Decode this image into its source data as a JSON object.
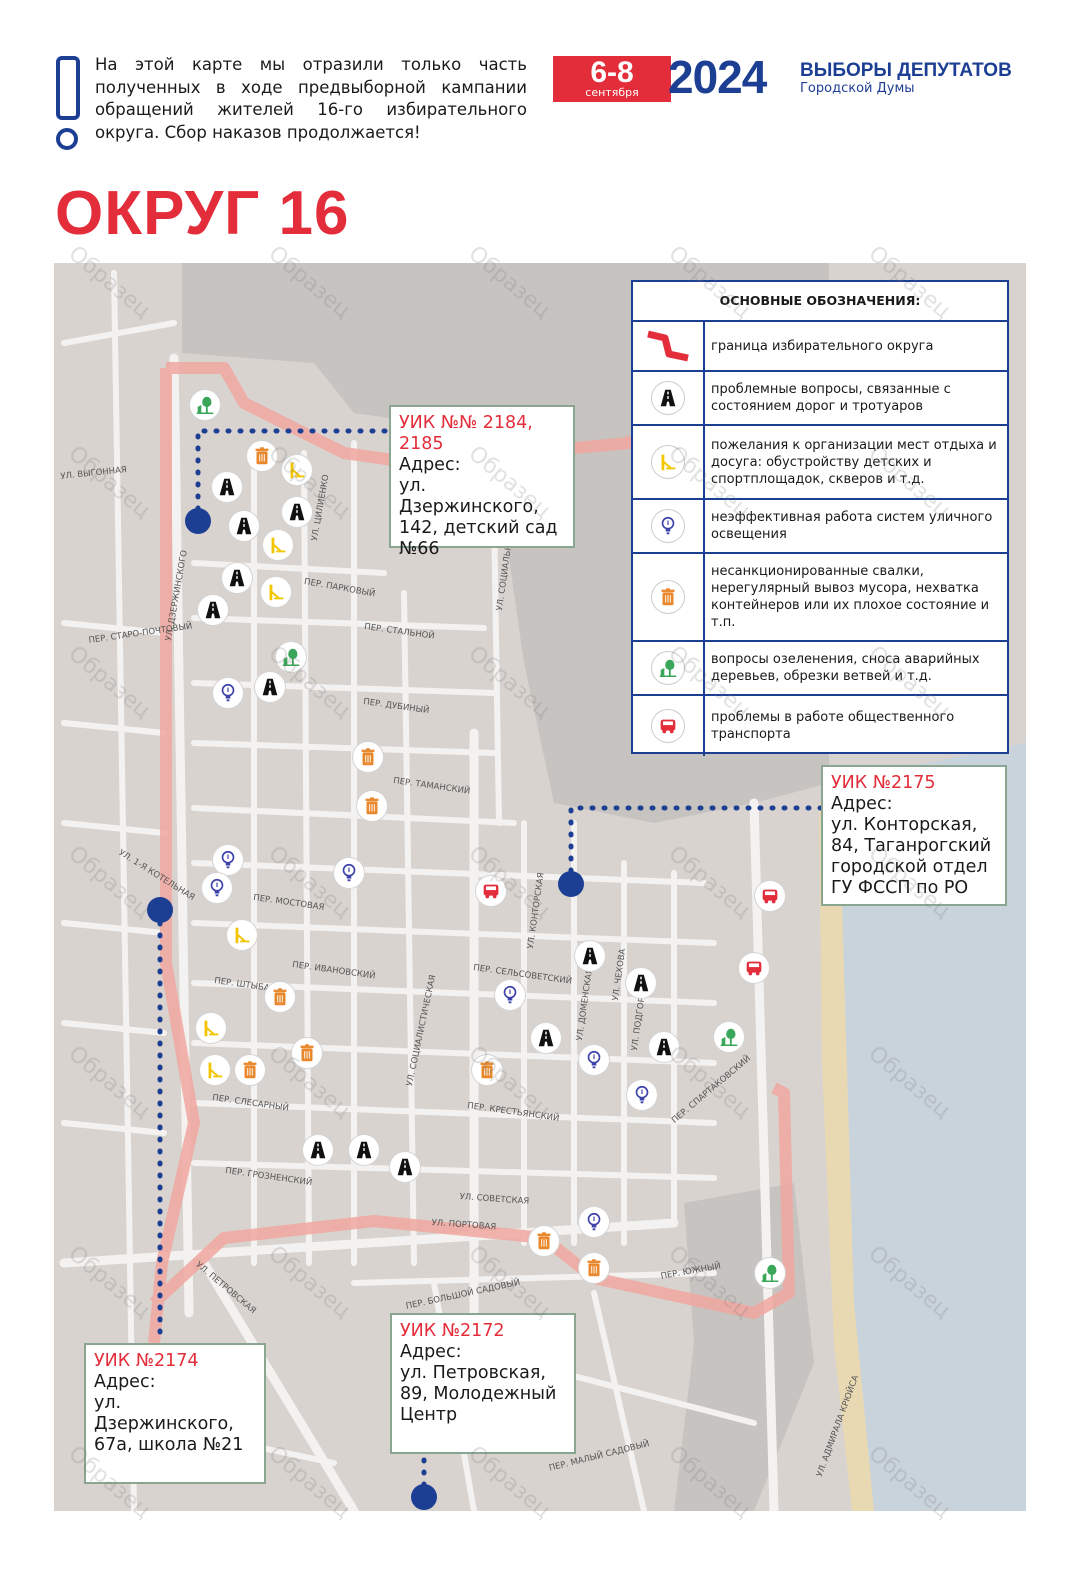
{
  "header": {
    "intro_text": "На этой карте мы отразили только часть полученных в ходе предвыборной кампании обращений жителей 16-го избирательного округа. Сбор наказов продолжается!",
    "date_range": "6-8",
    "date_month": "сентября",
    "year": "2024",
    "election_title": "ВЫБОРЫ ДЕПУТАТОВ",
    "election_subtitle": "Городской Думы",
    "district_title": "ОКРУГ 16"
  },
  "legend": {
    "title": "ОСНОВНЫЕ ОБОЗНАЧЕНИЯ:",
    "items": [
      {
        "icon": "district-boundary-line",
        "text": "граница избирательного округа"
      },
      {
        "icon": "road-icon",
        "text": "проблемные вопросы, связанные с состоянием дорог и тротуаров"
      },
      {
        "icon": "playground-slide-icon",
        "text": "пожелания к организации мест отдыха и досуга: обустройству детских и спортплощадок, скверов и т.д."
      },
      {
        "icon": "lightbulb-icon",
        "text": "неэффективная работа систем уличного освещения"
      },
      {
        "icon": "trash-bin-icon",
        "text": "несанкционированные свалки, нерегулярный вывоз мусора, нехватка контейнеров или их плохое состояние и т.п."
      },
      {
        "icon": "tree-icon",
        "text": "вопросы озеленения, сноса аварийных деревьев, обрезки ветвей и т.д."
      },
      {
        "icon": "bus-icon",
        "text": "проблемы в работе общественного транспорта"
      }
    ]
  },
  "uik": {
    "uik_2184": {
      "title": "УИК №№ 2184, 2185",
      "address_label": "Адрес:",
      "address": "ул. Дзержинского, 142, детский сад №66"
    },
    "uik_2175": {
      "title": "УИК №2175",
      "address_label": "Адрес:",
      "address": "ул. Конторская, 84, Таганрогский городской отдел ГУ ФССП по РО"
    },
    "uik_2174": {
      "title": "УИК №2174",
      "address_label": "Адрес:",
      "address": "ул. Дзержинского, 67а, школа №21"
    },
    "uik_2172": {
      "title": "УИК №2172",
      "address_label": "Адрес:",
      "address": "ул. Петровская, 89, Молодежный Центр"
    }
  },
  "streets": [
    "УЛ. ДЗЕРЖИНСКОГО",
    "ПЕР. ПАРКОВЫЙ",
    "ПЕР. СТАРО-ПОЧТОВЫЙ",
    "ПЕР. СТАЛЬНОЙ",
    "ПЕР. ДУБИНЫЙ",
    "ПЕР. ТАМАНСКИЙ",
    "ПЕР. СЕЛЬСОВЕТСКИЙ",
    "ПЕР. КРЕСТЬЯНСКИЙ",
    "УЛ. СОЦИАЛИСТИЧЕСКАЯ",
    "УЛ. ПЕТРОВСКАЯ",
    "ПЕР. БОЛЬШОЙ САДОВЫЙ",
    "УЛ. АДМИРАЛА КРЮЙСА",
    "УЛ. 1-Я КОТЕЛЬНАЯ",
    "УЛ. СОВЕТСКАЯ",
    "УЛ. ПОРТОВАЯ",
    "УЛ. КОНТОРСКАЯ",
    "УЛ. ДОМЕНСКАЯ",
    "УЛ. ПОДГОРНАЯ",
    "УЛ. ЧЕХОВА",
    "ПЕР. СПАРТАКОВСКИЙ",
    "ПЕР. ГРОЗНЕНСКИЙ",
    "ПЕР. СЛЕСАРНЫЙ",
    "ПЕР. ИВАНОВСКИЙ",
    "УЛ. ЦИЛИЕНКО",
    "УЛ. СОЦИАЛЬНАЯ",
    "УЛ. ВЫГОННАЯ",
    "ПЕР. МАЛЫЙ САДОВЫЙ",
    "ПЕР. ЮЖНЫЙ",
    "ПЕР. ШТЫБА",
    "ПЕР. МОСТОВАЯ"
  ],
  "watermark": "Образец",
  "colors": {
    "brand_blue": "#1c3f94",
    "brand_red": "#e42d3a",
    "boundary": "#f1a7a0",
    "uik_border": "#8aa690",
    "road_icon": "#111111",
    "slide_icon": "#f2c500",
    "light_icon": "#3d43a8",
    "trash_icon": "#e8872b",
    "tree_icon": "#3aa65a",
    "bus_icon": "#e42d3a"
  }
}
